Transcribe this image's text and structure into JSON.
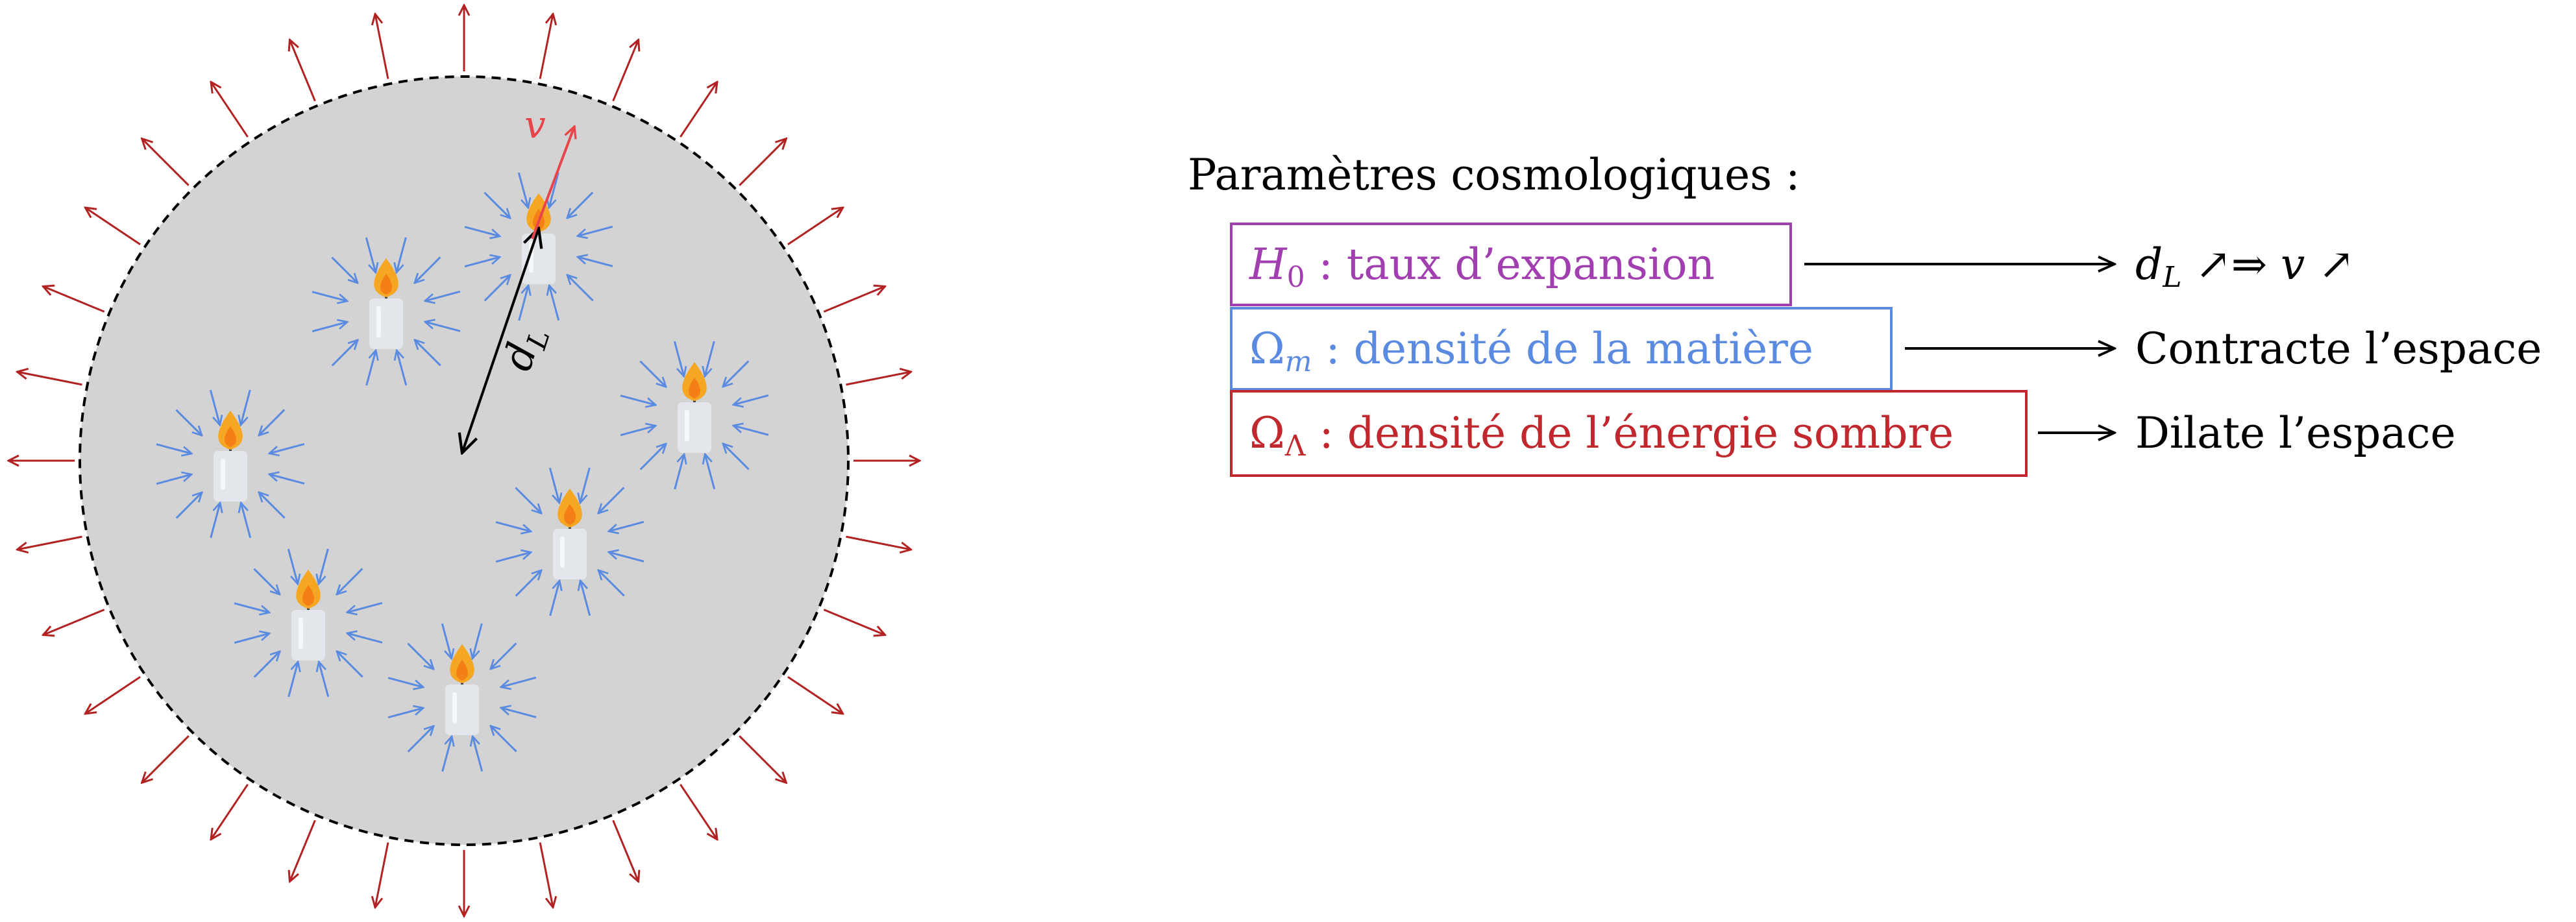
{
  "diagram": {
    "sphere_labels": {
      "velocity": "v",
      "distance": "d",
      "distance_subscript": "L"
    },
    "parameters_heading": "Paramètres cosmologiques :",
    "parameters": [
      {
        "symbol": "H",
        "subscript": "0",
        "description": " : taux d’expansion",
        "color": "#a23fb0",
        "result": {
          "d": "d",
          "d_sub": "L",
          "arrows": " ↗⇒ ",
          "v": "v",
          "tail": " ↗"
        }
      },
      {
        "symbol": "Ω",
        "subscript": "m",
        "description": " : densité de la matière",
        "color": "#5b8be0",
        "result_text": "Contracte l’espace"
      },
      {
        "symbol": "Ω",
        "subscript": "Λ",
        "description": " : densité de l’énergie sombre",
        "color": "#c0282d",
        "result_text": "Dilate l’espace"
      }
    ],
    "colors": {
      "expansion_arrows": "#b22222",
      "contraction_arrows": "#5b8be0",
      "velocity_arrow": "#e8454a",
      "sphere_fill": "#d3d3d3",
      "sphere_border": "#000000",
      "flame_outer": "#f5a623",
      "flame_inner": "#f57f17",
      "candle": "#e3e7eb"
    },
    "icons": [
      "candle-icon",
      "flame-icon"
    ]
  }
}
